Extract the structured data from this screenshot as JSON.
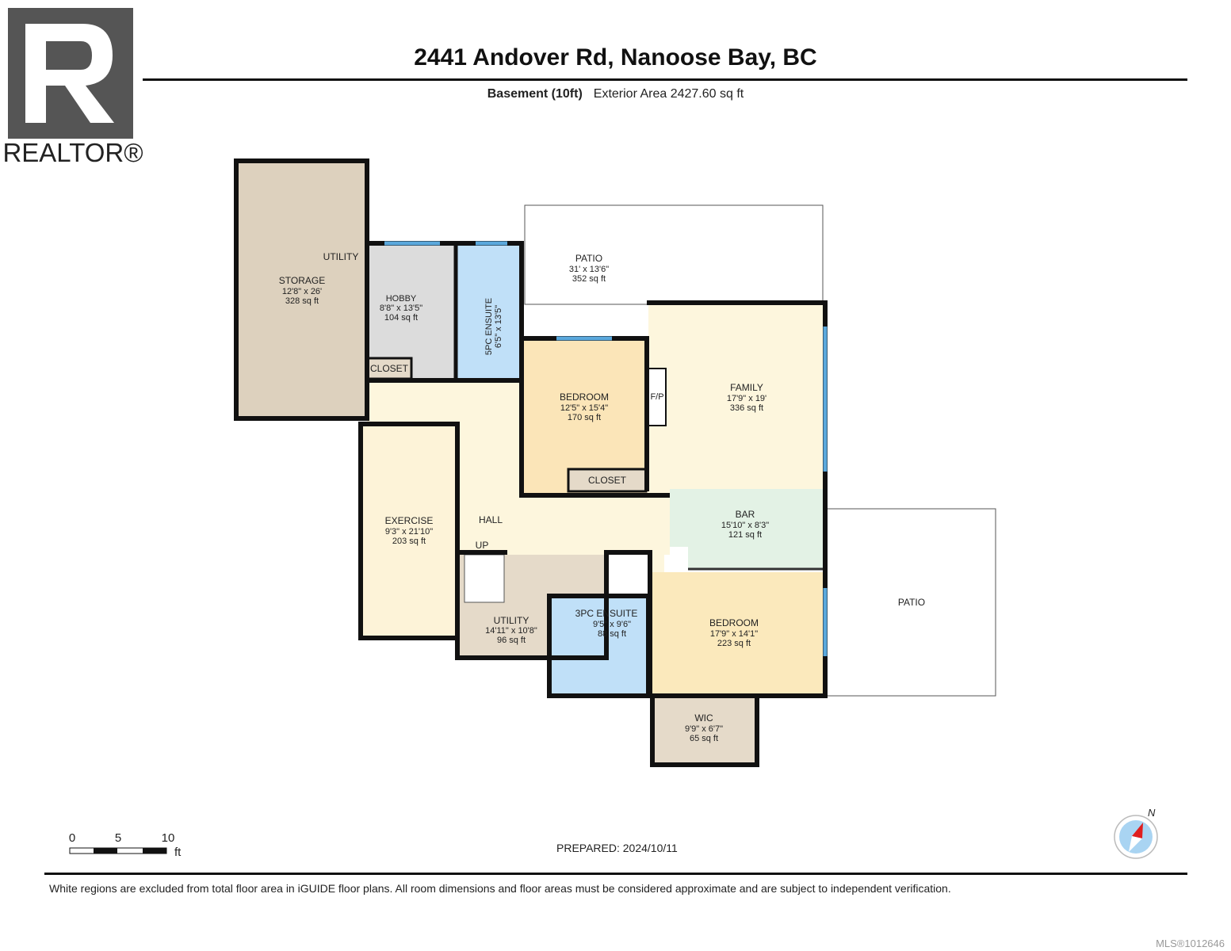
{
  "header": {
    "title": "2441 Andover Rd, Nanoose Bay, BC",
    "level": "Basement (10ft)",
    "exterior_area": "Exterior Area 2427.60 sq ft"
  },
  "logo": {
    "text": "REALTOR®"
  },
  "rooms": {
    "storage": {
      "name": "STORAGE",
      "dims": "12'8\" x 26'",
      "area": "328 sq ft"
    },
    "utility_top": {
      "name": "UTILITY"
    },
    "hobby": {
      "name": "HOBBY",
      "dims": "8'8\" x 13'5\"",
      "area": "104 sq ft"
    },
    "ensuite5": {
      "name": "5PC ENSUITE",
      "dims": "6'5\" x 13'5\""
    },
    "patio_top": {
      "name": "PATIO",
      "dims": "31' x 13'6\"",
      "area": "352 sq ft"
    },
    "closet_hobby": {
      "name": "CLOSET"
    },
    "bedroom1": {
      "name": "BEDROOM",
      "dims": "12'5\" x 15'4\"",
      "area": "170 sq ft"
    },
    "closet_bed": {
      "name": "CLOSET"
    },
    "fp": {
      "name": "F/P"
    },
    "family": {
      "name": "FAMILY",
      "dims": "17'9\" x 19'",
      "area": "336 sq ft"
    },
    "bar": {
      "name": "BAR",
      "dims": "15'10\" x 8'3\"",
      "area": "121 sq ft"
    },
    "hall": {
      "name": "HALL"
    },
    "up": {
      "name": "UP"
    },
    "exercise": {
      "name": "EXERCISE",
      "dims": "9'3\" x 21'10\"",
      "area": "203 sq ft"
    },
    "utility": {
      "name": "UTILITY",
      "dims": "14'11\" x 10'8\"",
      "area": "96 sq ft"
    },
    "ensuite3": {
      "name": "3PC ENSUITE",
      "dims": "9'5\" x 9'6\"",
      "area": "88 sq ft"
    },
    "bedroom2": {
      "name": "BEDROOM",
      "dims": "17'9\" x 14'1\"",
      "area": "223 sq ft"
    },
    "wic": {
      "name": "WIC",
      "dims": "9'9\" x 6'7\"",
      "area": "65 sq ft"
    },
    "patio_right": {
      "name": "PATIO"
    }
  },
  "scale": {
    "ticks": [
      "0",
      "5",
      "10"
    ],
    "unit": "ft"
  },
  "compass": {
    "label": "N"
  },
  "footer": {
    "prepared": "PREPARED: 2024/10/11",
    "disclaimer": "White regions are excluded from total floor area in iGUIDE floor plans. All room dimensions and floor areas must be considered approximate and are subject to independent verification.",
    "mls": "MLS®1012646"
  },
  "colors": {
    "storage": "#ddd1be",
    "hobby": "#dcdcdc",
    "bath": "#c0e0f8",
    "hall": "#fdf6dd",
    "bedroom": "#fbe5b8",
    "bar": "#e3f2e5",
    "utility": "#e5dac9"
  }
}
